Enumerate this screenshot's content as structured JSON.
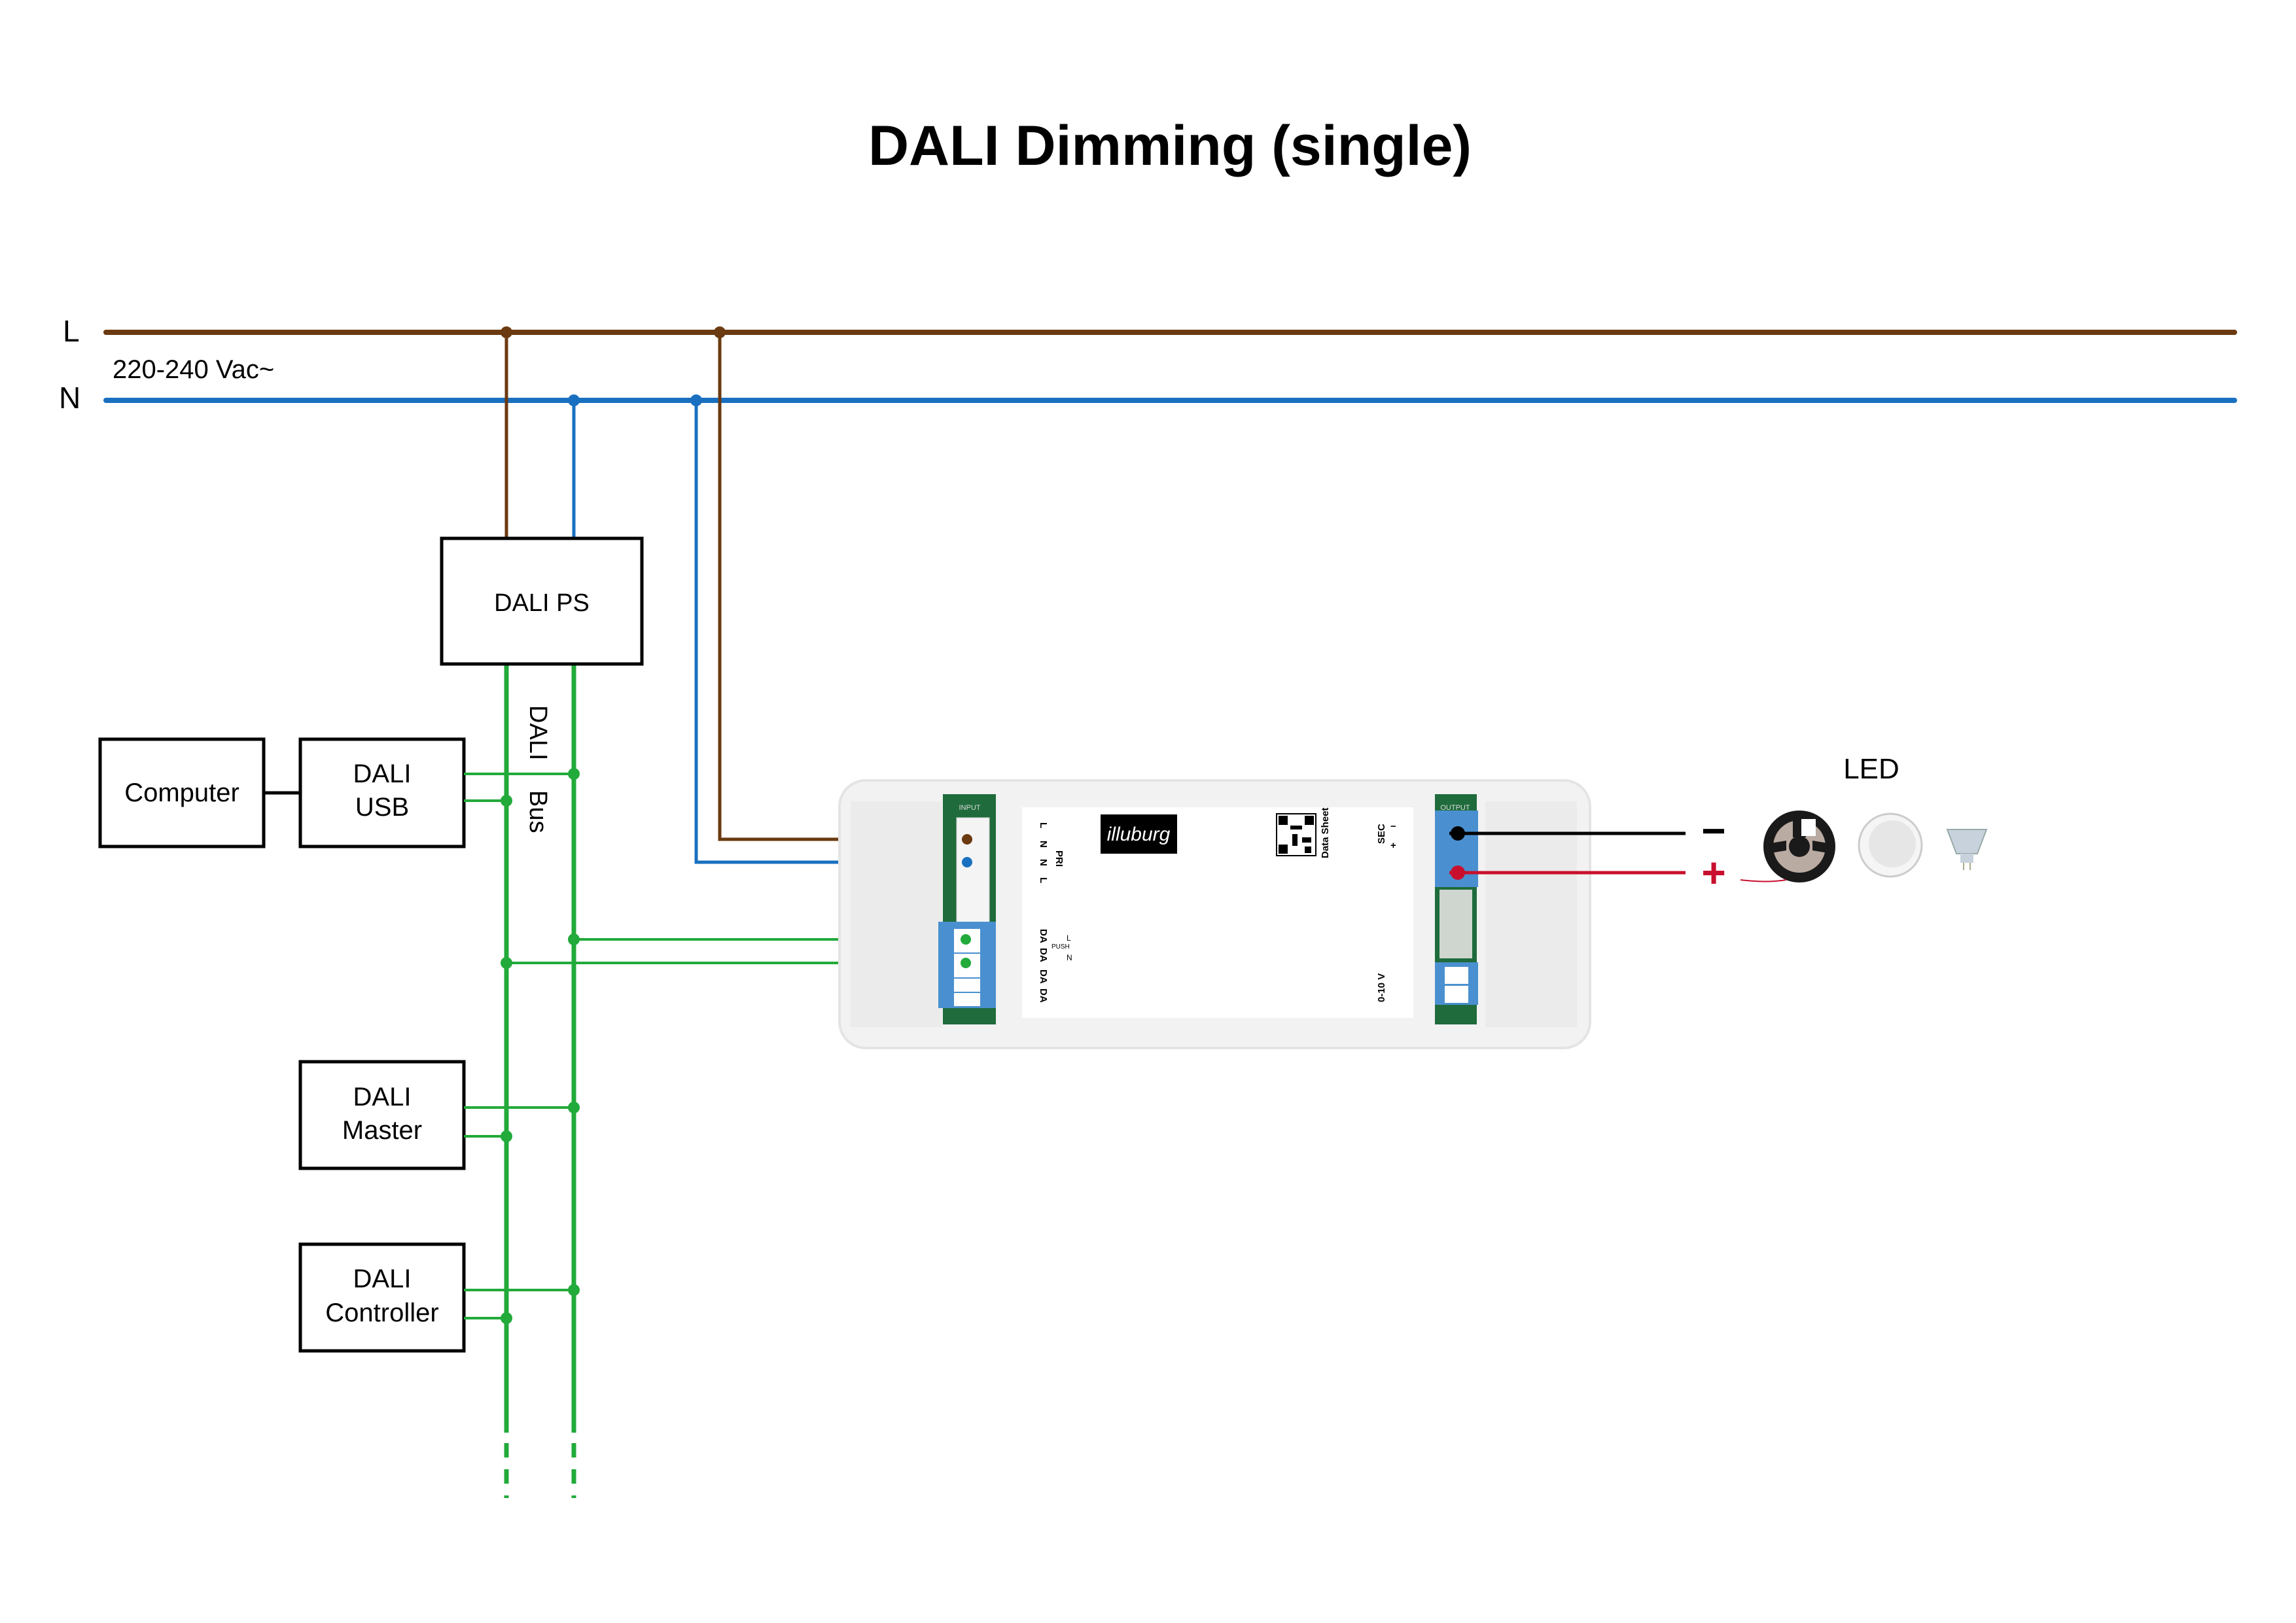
{
  "title": "DALI Dimming (single)",
  "mains": {
    "line_label": "L",
    "neutral_label": "N",
    "voltage": "220-240 Vac~"
  },
  "bus_label": [
    "DALI",
    "Bus"
  ],
  "boxes": {
    "ps": "DALI PS",
    "computer": "Computer",
    "usb": [
      "DALI",
      "USB"
    ],
    "master": [
      "DALI",
      "Master"
    ],
    "controller": [
      "DALI",
      "Controller"
    ]
  },
  "driver": {
    "brand": "illuburg",
    "datasheet": "Data Sheet",
    "input_label": "INPUT",
    "output_label": "OUTPUT",
    "pri": "PRI",
    "pri_terminals": [
      "L",
      "N",
      "N",
      "L"
    ],
    "da_terminals": [
      "DA",
      "DA",
      "DA",
      "DA"
    ],
    "push": "PUSH",
    "push_l": "L",
    "push_n": "N",
    "sec": "SEC",
    "dim": "0-10 V",
    "minus": "−",
    "plus": "+"
  },
  "output": {
    "minus": "−",
    "plus": "+",
    "led_label": "LED"
  },
  "colors": {
    "live": "#6b3a10",
    "neutral": "#1a70c0",
    "dali": "#22aa3a",
    "negative": "#000000",
    "positive": "#c8102e"
  }
}
